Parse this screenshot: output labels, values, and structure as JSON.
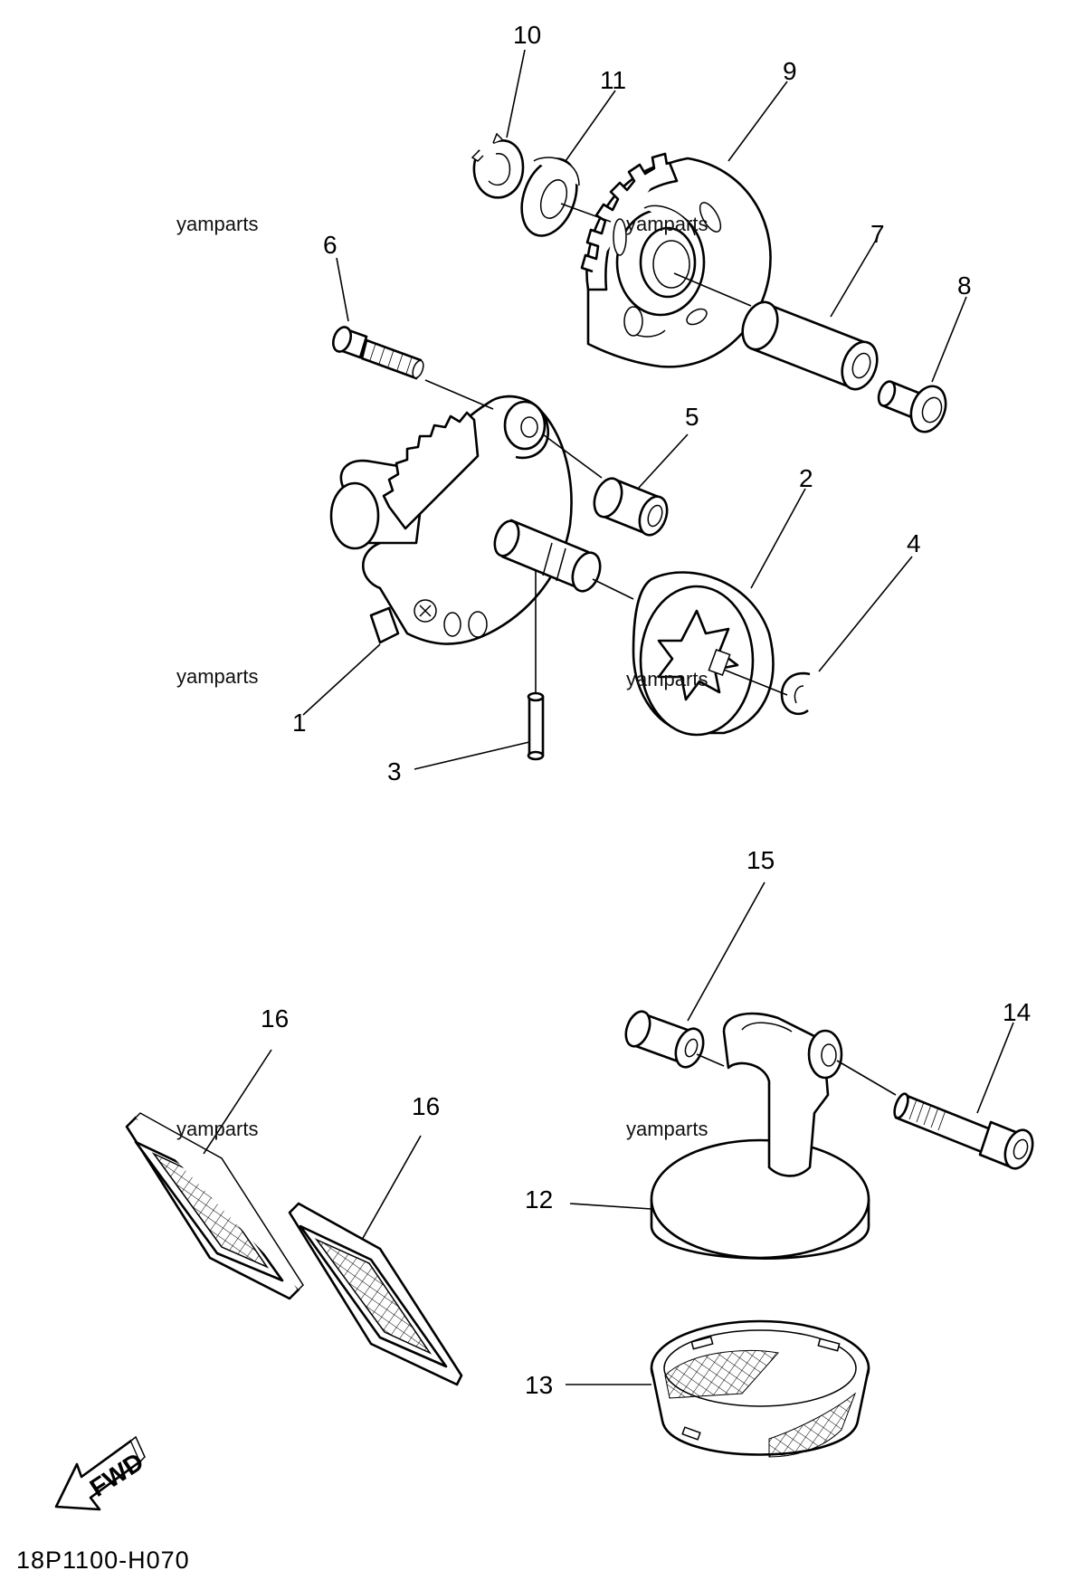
{
  "diagram": {
    "part_labels": [
      "1",
      "2",
      "3",
      "4",
      "5",
      "6",
      "7",
      "8",
      "9",
      "10",
      "11",
      "12",
      "13",
      "14",
      "15",
      "16",
      "16"
    ],
    "watermarks": [
      "yamparts",
      "yamparts",
      "yamparts",
      "yamparts",
      "yamparts",
      "yamparts"
    ],
    "fwd_text": "FWD",
    "diagram_code": "18P1100-H070"
  },
  "colors": {
    "ink": "#000000",
    "paper": "#ffffff"
  }
}
